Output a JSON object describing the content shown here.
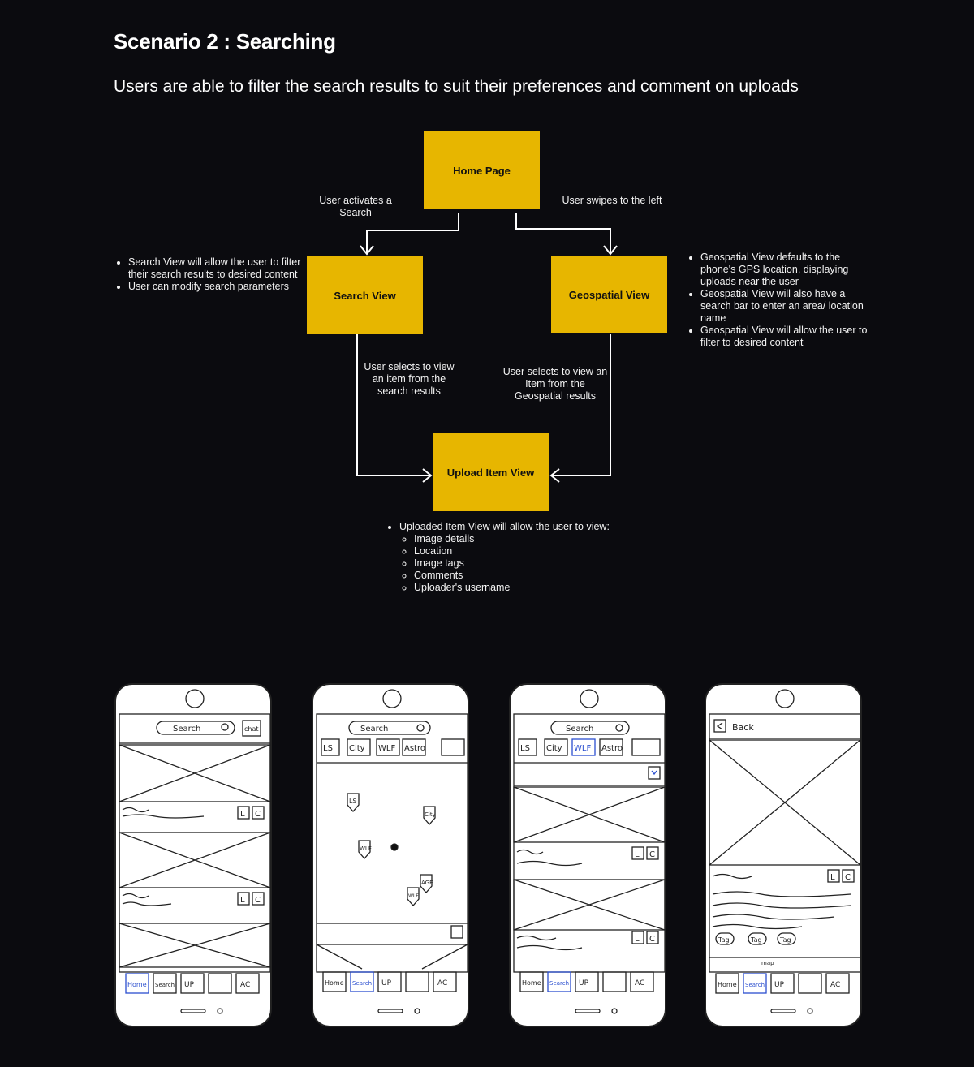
{
  "page": {
    "title": "Scenario 2 : Searching",
    "subtitle": "Users are able to filter the search results to suit their preferences and comment on uploads"
  },
  "colors": {
    "background": "#0b0b0f",
    "box": "#e7b600",
    "text": "#ffffff"
  },
  "flow": {
    "home": "Home Page",
    "search": "Search View",
    "geo": "Geospatial View",
    "upload": "Upload Item View",
    "edge_home_search": "User activates a Search",
    "edge_home_geo": "User swipes to the left",
    "edge_search_upload": "User selects to view an item from the search results",
    "edge_geo_upload": "User selects to view an Item from the Geospatial results"
  },
  "notes": {
    "search": [
      "Search View will allow the user to filter their search results to desired content",
      "User can modify search parameters"
    ],
    "geo": [
      "Geospatial View defaults to the phone's GPS location, displaying uploads near the user",
      "Geospatial View will also have a search bar to enter an area/ location name",
      "Geospatial View will allow the user to filter to desired content"
    ],
    "upload_intro": "Uploaded Item View will allow the user to view:",
    "upload_items": [
      "Image details",
      "Location",
      "Image tags",
      "Comments",
      "Uploader's username"
    ]
  },
  "sketches": {
    "search": "Search",
    "chat": "chat",
    "filters": [
      "LS",
      "City",
      "WLF",
      "Astro"
    ],
    "map_pins": [
      "LS",
      "City",
      "WLF",
      "AGE",
      "WLF"
    ],
    "back": "Back",
    "tags": [
      "Tag",
      "Tag",
      "Tag"
    ],
    "map": "map",
    "nav": [
      "Home",
      "Search",
      "UP",
      "AC"
    ],
    "like": "L",
    "comment": "C"
  }
}
